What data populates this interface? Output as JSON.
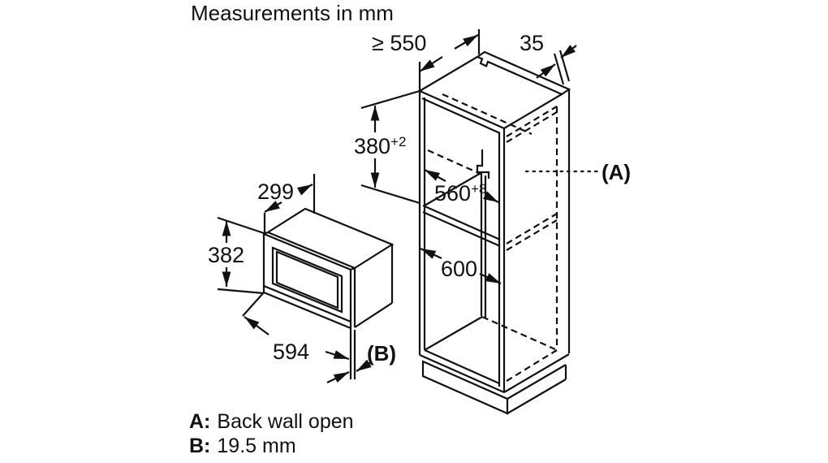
{
  "title": "Measurements in mm",
  "dimensions": {
    "niche_depth": "≥ 550",
    "rear_gap": "35",
    "niche_height": {
      "base": "380",
      "sup": "+2"
    },
    "niche_width": {
      "base": "560",
      "sup": "+8"
    },
    "cabinet_width": "600",
    "appliance_depth": "299",
    "appliance_height": "382",
    "appliance_width": "594",
    "marker_a": "(A)",
    "marker_b": "(B)"
  },
  "legend": {
    "a_label": "A:",
    "a_text": "Back wall open",
    "b_label": "B:",
    "b_text": "19.5 mm"
  },
  "colors": {
    "line": "#111111",
    "background": "#ffffff"
  }
}
